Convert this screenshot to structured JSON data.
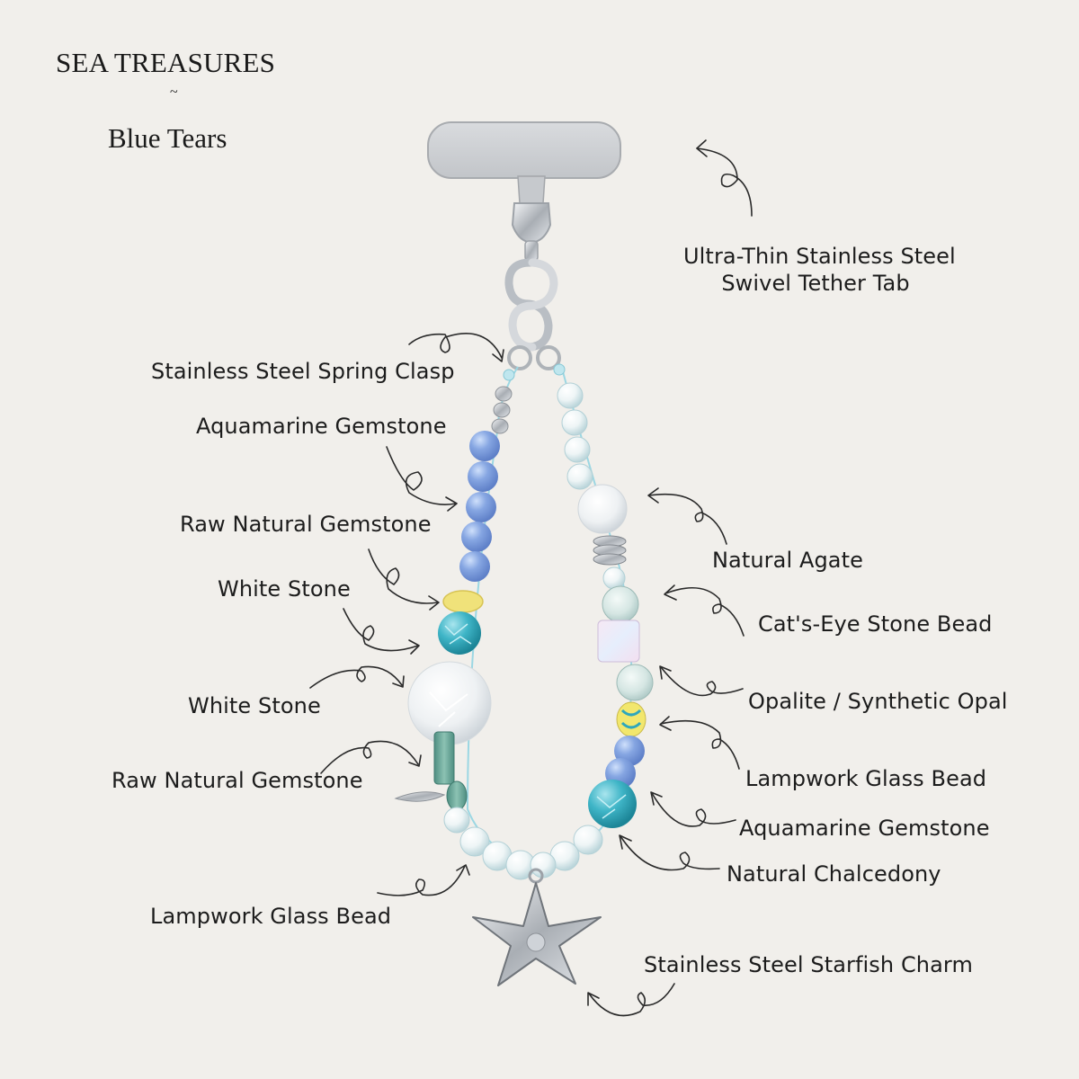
{
  "header": {
    "collection": "SEA TREASURES",
    "separator": "~",
    "product_name": "Blue Tears"
  },
  "callouts": [
    {
      "id": "tether-tab",
      "lines": [
        "Ultra-Thin Stainless Steel",
        "Swivel Tether Tab"
      ]
    },
    {
      "id": "spring-clasp",
      "text": "Stainless Steel Spring Clasp"
    },
    {
      "id": "aquamarine-left",
      "text": "Aquamarine Gemstone"
    },
    {
      "id": "raw-gemstone-upper",
      "text": "Raw Natural Gemstone"
    },
    {
      "id": "white-stone-upper",
      "text": "White Stone"
    },
    {
      "id": "white-stone-lower",
      "text": "White Stone"
    },
    {
      "id": "raw-gemstone-lower",
      "text": "Raw Natural Gemstone"
    },
    {
      "id": "lampwork-left",
      "text": "Lampwork Glass Bead"
    },
    {
      "id": "natural-agate",
      "text": "Natural Agate"
    },
    {
      "id": "cats-eye",
      "text": "Cat's-Eye Stone Bead"
    },
    {
      "id": "opalite",
      "text": "Opalite / Synthetic Opal"
    },
    {
      "id": "lampwork-right",
      "text": "Lampwork Glass Bead"
    },
    {
      "id": "aquamarine-right",
      "text": "Aquamarine Gemstone"
    },
    {
      "id": "chalcedony",
      "text": "Natural Chalcedony"
    },
    {
      "id": "starfish",
      "text": "Stainless Steel Starfish Charm"
    }
  ],
  "colors": {
    "background": "#f1efeb",
    "text": "#1c1c1c",
    "aquamarine": "#7f9fdc",
    "steel": "#c8ccd1",
    "turquoise": "#3fb5c7",
    "yellow": "#f0e27a"
  }
}
